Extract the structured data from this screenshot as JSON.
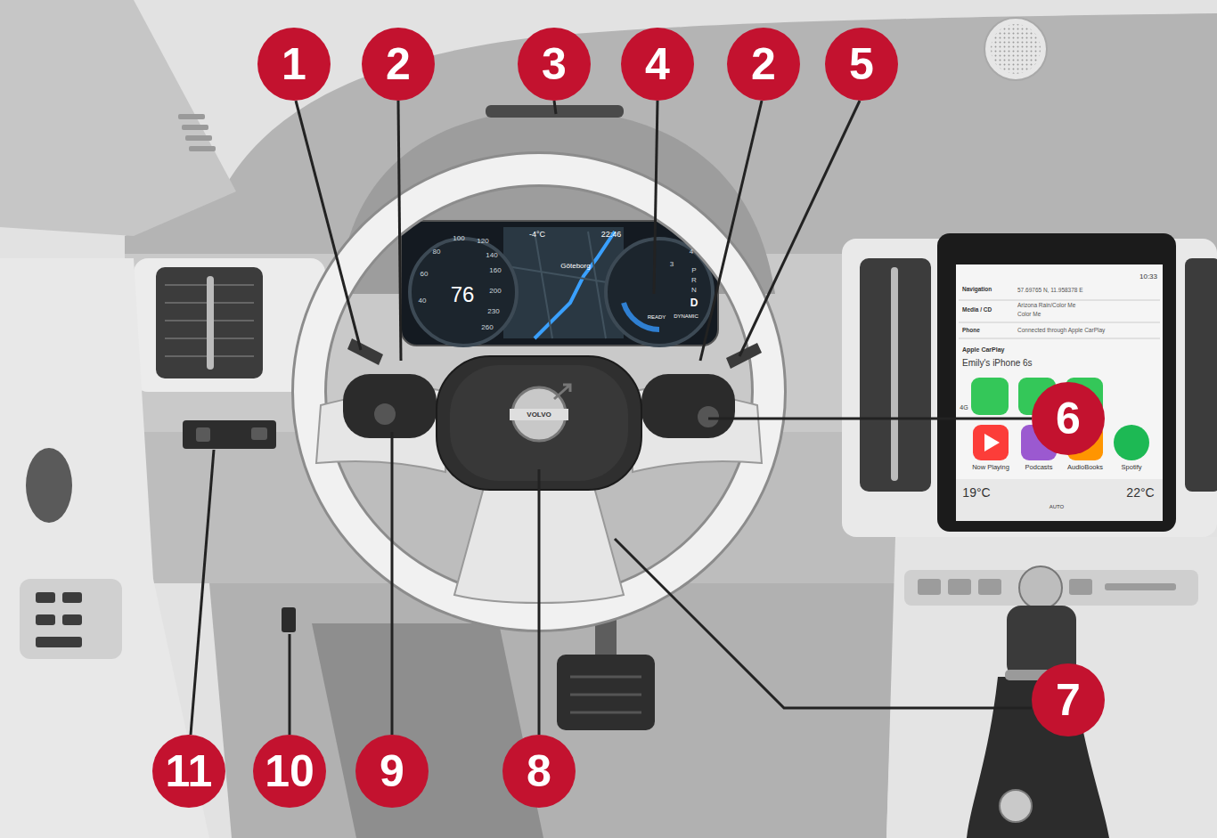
{
  "diagram": {
    "labels": [
      "1",
      "2",
      "3",
      "4",
      "2",
      "5",
      "6",
      "7",
      "8",
      "9",
      "10",
      "11",
      "-4°C",
      "22:46",
      "76",
      "Göteborg",
      "READY",
      "DYNAMIC",
      "40",
      "60",
      "80",
      "100",
      "120",
      "140",
      "160",
      "200",
      "230",
      "260",
      "3",
      "4",
      "P",
      "R",
      "N",
      "D",
      "VOLVO",
      "10:33",
      "Navigation",
      "57.69765 N, 11.958378 E",
      "Media / CD",
      "Arizona Rain/Color Me",
      "Color Me",
      "Phone",
      "Connected through Apple CarPlay",
      "Apple CarPlay",
      "Emily's iPhone 6s",
      "4G",
      "Now Playing",
      "Podcasts",
      "AudioBooks",
      "Spotify",
      "19°C",
      "AUTO",
      "22°C"
    ]
  }
}
